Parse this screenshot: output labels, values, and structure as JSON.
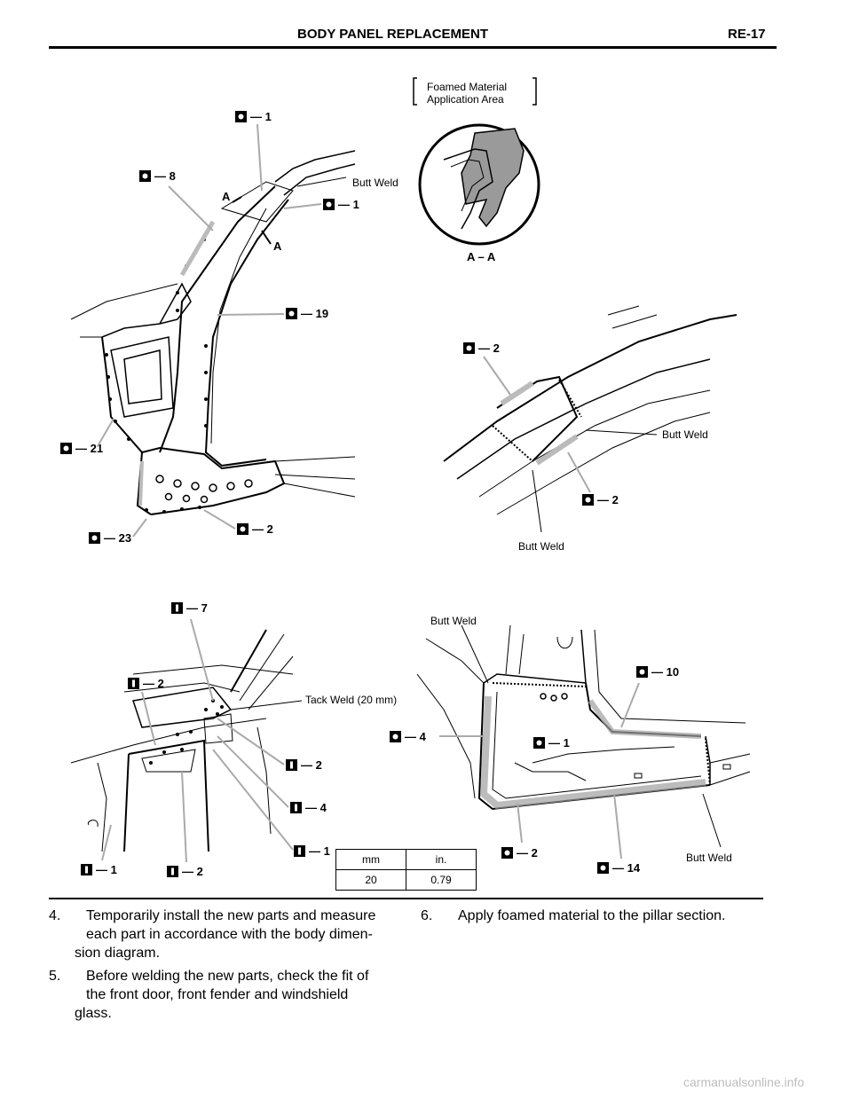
{
  "header": {
    "title": "BODY PANEL REPLACEMENT",
    "page_code": "RE-17"
  },
  "figure_top_left": {
    "callouts": [
      "— 1",
      "— 8",
      "— 1",
      "— 19",
      "— 21",
      "— 23",
      "— 2"
    ],
    "section_marks": [
      "A",
      "A"
    ],
    "butt_weld": "Butt Weld"
  },
  "figure_section": {
    "title_line1": "Foamed Material",
    "title_line2": "Application Area",
    "caption": "A – A"
  },
  "figure_top_right": {
    "callouts": [
      "— 2",
      "— 2"
    ],
    "butt_weld_1": "Butt Weld",
    "butt_weld_2": "Butt Weld"
  },
  "figure_bottom_left": {
    "callouts": [
      "— 7",
      "— 2",
      "— 2",
      "— 4",
      "— 1",
      "— 1",
      "— 2"
    ],
    "tack_weld": "Tack Weld (20 mm)"
  },
  "figure_bottom_right": {
    "callouts": [
      "— 10",
      "— 4",
      "— 1",
      "— 2",
      "— 14"
    ],
    "butt_weld_top": "Butt Weld",
    "butt_weld_bottom": "Butt Weld"
  },
  "table": {
    "headers": [
      "mm",
      "in."
    ],
    "row": [
      "20",
      "0.79"
    ]
  },
  "steps": [
    {
      "num": "4.",
      "lines": [
        "Temporarily install the new parts and measure",
        "each part in accordance with the body dimen-",
        "sion diagram."
      ]
    },
    {
      "num": "5.",
      "lines": [
        "Before welding the new parts, check the fit of",
        "the front door, front fender and windshield",
        "glass."
      ]
    },
    {
      "num": "6.",
      "lines": [
        "Apply foamed material to the pillar section."
      ]
    }
  ],
  "watermark": "carmanualsonline.info"
}
